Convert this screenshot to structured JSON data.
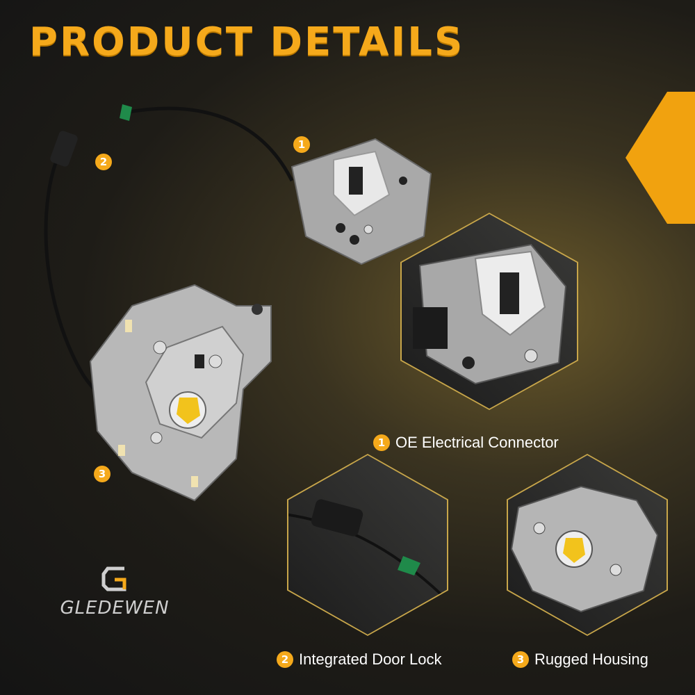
{
  "header": {
    "title": "PRODUCT DETAILS"
  },
  "callouts": {
    "one": "1",
    "two": "2",
    "three": "3"
  },
  "features": [
    {
      "number": "1",
      "label": "OE Electrical Connector"
    },
    {
      "number": "2",
      "label": "Integrated Door Lock"
    },
    {
      "number": "3",
      "label": "Rugged Housing"
    }
  ],
  "brand": {
    "name": "GLEDEWEN",
    "logo_icon": "g-logo-icon"
  },
  "colors": {
    "accent": "#f5a91b",
    "hex_border": "#c8a64a",
    "background": "#1e1c17"
  }
}
